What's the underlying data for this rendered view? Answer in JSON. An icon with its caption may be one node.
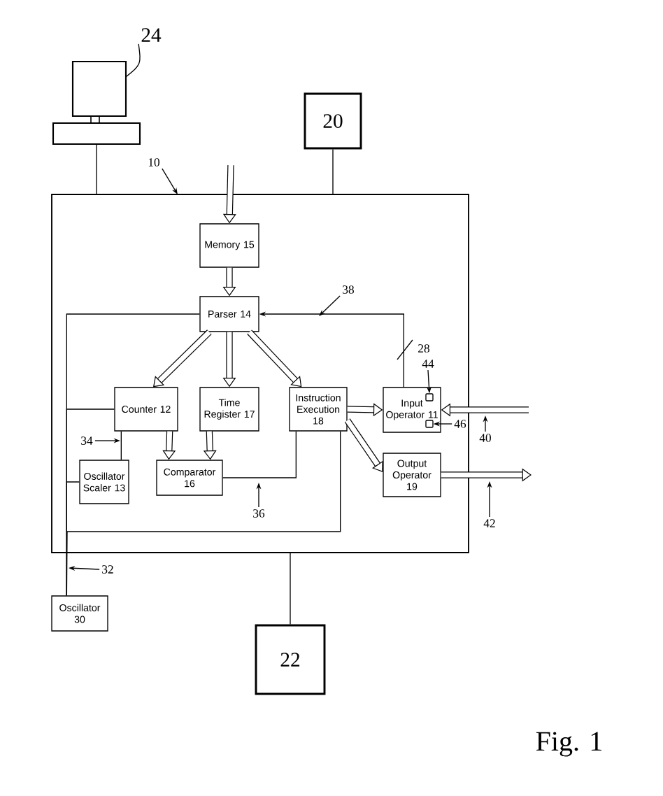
{
  "diagram": {
    "nodes": [
      {
        "text": [],
        "shape": "computer"
      },
      {
        "text": [
          "24"
        ]
      },
      {
        "text": [
          "20"
        ]
      },
      {
        "text": [
          "10"
        ]
      },
      {
        "text": [],
        "shape": "box"
      },
      {
        "text": [
          "Memory 15"
        ],
        "in": 4
      },
      {
        "text": [
          "Parser 14"
        ],
        "in": 4
      },
      {
        "text": [
          "Counter 12"
        ],
        "in": 4
      },
      {
        "text": [
          "Time Register 17"
        ],
        "in": 4
      },
      {
        "text": [
          "Instruction Execution 18"
        ],
        "in": 4
      },
      {
        "text": [
          "Input Operator 11"
        ],
        "in": 4
      },
      {
        "text": [],
        "shape": "box",
        "in": 10
      },
      {
        "text": [],
        "shape": "box",
        "in": 10
      },
      {
        "text": [
          "Oscillator Scaler 13"
        ],
        "in": 4
      },
      {
        "text": [
          "Comparator 16"
        ],
        "in": 4
      },
      {
        "text": [
          "Output Operator 19"
        ],
        "in": 4
      },
      {
        "text": [
          "Oscillator 30"
        ]
      },
      {
        "text": [
          "22"
        ]
      },
      {
        "text": [
          "38"
        ],
        "in": 4
      },
      {
        "text": [
          "34"
        ],
        "in": 4
      },
      {
        "text": [
          "36"
        ],
        "in": 4
      },
      {
        "text": [
          "32"
        ]
      },
      {
        "text": [
          "40"
        ]
      },
      {
        "text": [
          "42"
        ]
      },
      {
        "text": [
          "44"
        ],
        "in": 4
      },
      {
        "text": [
          "46"
        ],
        "in": 4
      }
    ],
    "edges": [
      {
        "from": 0,
        "to": 4,
        "arrow": "none"
      },
      {
        "from": 2,
        "to": 4,
        "arrow": "none"
      },
      {
        "from": 1,
        "to": 0,
        "arrow": "none"
      },
      {
        "from": 3,
        "to": 4,
        "arrow": "to"
      },
      {
        "from": null,
        "to": 5,
        "arrow": "to",
        "style": "thick"
      },
      {
        "from": 5,
        "to": 6,
        "arrow": "to",
        "style": "thick"
      },
      {
        "from": 6,
        "to": 7,
        "arrow": "to",
        "style": "thick"
      },
      {
        "from": 6,
        "to": 8,
        "arrow": "to",
        "style": "thick"
      },
      {
        "from": 6,
        "to": 9,
        "arrow": "to",
        "style": "thick"
      },
      {
        "from": 7,
        "to": 14,
        "arrow": "to",
        "style": "thick"
      },
      {
        "from": 8,
        "to": 14,
        "arrow": "to",
        "style": "thick"
      },
      {
        "from": 9,
        "to": 10,
        "arrow": "to",
        "style": "thick"
      },
      {
        "from": 9,
        "to": 15,
        "arrow": "to",
        "style": "thick"
      },
      {
        "from": null,
        "to": 10,
        "arrow": "to",
        "style": "thick"
      },
      {
        "from": 15,
        "to": null,
        "arrow": "to",
        "style": "thick"
      },
      {
        "from": 10,
        "to": 6,
        "arrow": "to"
      },
      {
        "from": 9,
        "to": 14,
        "arrow": "none"
      },
      {
        "from": 7,
        "to": 13,
        "arrow": "none"
      },
      {
        "from": 16,
        "to": 6,
        "arrow": "none"
      },
      {
        "from": 16,
        "to": 7,
        "arrow": "none"
      },
      {
        "from": 16,
        "to": 13,
        "arrow": "none"
      },
      {
        "from": 16,
        "to": 9,
        "arrow": "none"
      },
      {
        "from": 4,
        "to": 17,
        "arrow": "none"
      },
      {
        "from": 18,
        "to": null,
        "arrow": "to"
      },
      {
        "from": 19,
        "to": null,
        "arrow": "to"
      },
      {
        "from": 20,
        "to": null,
        "arrow": "to"
      },
      {
        "from": 21,
        "to": null,
        "arrow": "to"
      },
      {
        "from": 22,
        "to": null,
        "arrow": "to"
      },
      {
        "from": 23,
        "to": null,
        "arrow": "to"
      },
      {
        "from": 24,
        "to": 11,
        "arrow": "to"
      },
      {
        "from": 25,
        "to": 12,
        "arrow": "to"
      }
    ],
    "labels": [
      "28",
      "Fig. 1"
    ]
  }
}
